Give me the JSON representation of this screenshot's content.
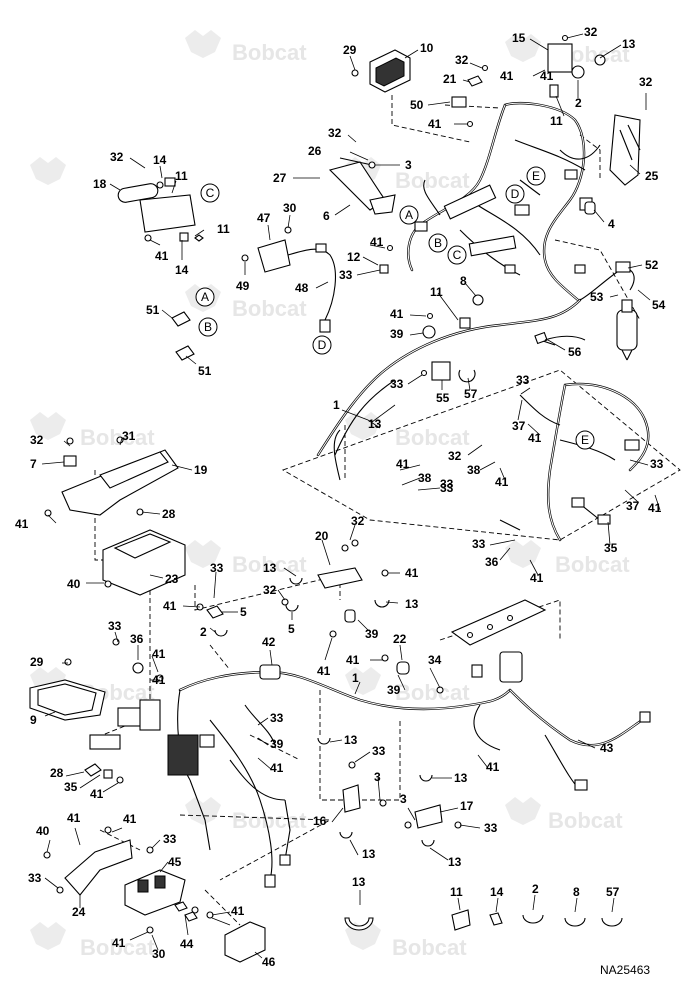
{
  "watermark": {
    "brand": "Bobcat"
  },
  "doc_id": "NA25463",
  "callouts": [
    {
      "id": "c32a",
      "t": "32"
    },
    {
      "id": "c14a",
      "t": "14"
    },
    {
      "id": "c11a",
      "t": "11"
    },
    {
      "id": "c18",
      "t": "18"
    },
    {
      "id": "c11b",
      "t": "11"
    },
    {
      "id": "c41a",
      "t": "41"
    },
    {
      "id": "c14b",
      "t": "14"
    },
    {
      "id": "c29a",
      "t": "29"
    },
    {
      "id": "c10",
      "t": "10"
    },
    {
      "id": "c32b",
      "t": "32"
    },
    {
      "id": "c21",
      "t": "21"
    },
    {
      "id": "c41b",
      "t": "41"
    },
    {
      "id": "c50",
      "t": "50"
    },
    {
      "id": "c41c",
      "t": "41"
    },
    {
      "id": "c15",
      "t": "15"
    },
    {
      "id": "c32c",
      "t": "32"
    },
    {
      "id": "c13a",
      "t": "13"
    },
    {
      "id": "c41d",
      "t": "41"
    },
    {
      "id": "c2a",
      "t": "2"
    },
    {
      "id": "c11c",
      "t": "11"
    },
    {
      "id": "c32d",
      "t": "32"
    },
    {
      "id": "c25",
      "t": "25"
    },
    {
      "id": "c4",
      "t": "4"
    },
    {
      "id": "c32e",
      "t": "32"
    },
    {
      "id": "c26",
      "t": "26"
    },
    {
      "id": "c3a",
      "t": "3"
    },
    {
      "id": "c27",
      "t": "27"
    },
    {
      "id": "c6",
      "t": "6"
    },
    {
      "id": "c47",
      "t": "47"
    },
    {
      "id": "c30a",
      "t": "30"
    },
    {
      "id": "c49",
      "t": "49"
    },
    {
      "id": "c48",
      "t": "48"
    },
    {
      "id": "c12",
      "t": "12"
    },
    {
      "id": "c41e",
      "t": "41"
    },
    {
      "id": "c33a",
      "t": "33"
    },
    {
      "id": "c52",
      "t": "52"
    },
    {
      "id": "c53",
      "t": "53"
    },
    {
      "id": "c54",
      "t": "54"
    },
    {
      "id": "c8a",
      "t": "8"
    },
    {
      "id": "c11d",
      "t": "11"
    },
    {
      "id": "c41f",
      "t": "41"
    },
    {
      "id": "c39a",
      "t": "39"
    },
    {
      "id": "c56",
      "t": "56"
    },
    {
      "id": "c33b",
      "t": "33"
    },
    {
      "id": "c55",
      "t": "55"
    },
    {
      "id": "c57a",
      "t": "57"
    },
    {
      "id": "c51a",
      "t": "51"
    },
    {
      "id": "c51b",
      "t": "51"
    },
    {
      "id": "c1a",
      "t": "1"
    },
    {
      "id": "c13b",
      "t": "13"
    },
    {
      "id": "c33c",
      "t": "33"
    },
    {
      "id": "c37a",
      "t": "37"
    },
    {
      "id": "c41g",
      "t": "41"
    },
    {
      "id": "c32f",
      "t": "32"
    },
    {
      "id": "c38a",
      "t": "38"
    },
    {
      "id": "c41h",
      "t": "41"
    },
    {
      "id": "c33d",
      "t": "33"
    },
    {
      "id": "c41i",
      "t": "41"
    },
    {
      "id": "c38b",
      "t": "38"
    },
    {
      "id": "c33e",
      "t": "33"
    },
    {
      "id": "c37b",
      "t": "37"
    },
    {
      "id": "c41j",
      "t": "41"
    },
    {
      "id": "c35a",
      "t": "35"
    },
    {
      "id": "c33f",
      "t": "33"
    },
    {
      "id": "c36a",
      "t": "36"
    },
    {
      "id": "c41k",
      "t": "41"
    },
    {
      "id": "c32g",
      "t": "32"
    },
    {
      "id": "c31",
      "t": "31"
    },
    {
      "id": "c7",
      "t": "7"
    },
    {
      "id": "c19",
      "t": "19"
    },
    {
      "id": "c41l",
      "t": "41"
    },
    {
      "id": "c28a",
      "t": "28"
    },
    {
      "id": "c40a",
      "t": "40"
    },
    {
      "id": "c23",
      "t": "23"
    },
    {
      "id": "c20",
      "t": "20"
    },
    {
      "id": "c32h",
      "t": "32"
    },
    {
      "id": "c13c",
      "t": "13"
    },
    {
      "id": "c41m",
      "t": "41"
    },
    {
      "id": "c32i",
      "t": "32"
    },
    {
      "id": "c13d",
      "t": "13"
    },
    {
      "id": "c5a",
      "t": "5"
    },
    {
      "id": "c5b",
      "t": "5"
    },
    {
      "id": "c33g",
      "t": "33"
    },
    {
      "id": "c41n",
      "t": "41"
    },
    {
      "id": "c2b",
      "t": "2"
    },
    {
      "id": "c39b",
      "t": "39"
    },
    {
      "id": "c42",
      "t": "42"
    },
    {
      "id": "c41o",
      "t": "41"
    },
    {
      "id": "c33h",
      "t": "33"
    },
    {
      "id": "c36b",
      "t": "36"
    },
    {
      "id": "c41p",
      "t": "41"
    },
    {
      "id": "c29b",
      "t": "29"
    },
    {
      "id": "c9",
      "t": "9"
    },
    {
      "id": "c22",
      "t": "22"
    },
    {
      "id": "c41q",
      "t": "41"
    },
    {
      "id": "c34",
      "t": "34"
    },
    {
      "id": "c1b",
      "t": "1"
    },
    {
      "id": "c39c",
      "t": "39"
    },
    {
      "id": "c33i",
      "t": "33"
    },
    {
      "id": "c39d",
      "t": "39"
    },
    {
      "id": "c41r",
      "t": "41"
    },
    {
      "id": "c13e",
      "t": "13"
    },
    {
      "id": "c33j",
      "t": "33"
    },
    {
      "id": "c3b",
      "t": "3"
    },
    {
      "id": "c16",
      "t": "16"
    },
    {
      "id": "c13f",
      "t": "13"
    },
    {
      "id": "c13g",
      "t": "13"
    },
    {
      "id": "c41s",
      "t": "41"
    },
    {
      "id": "c43",
      "t": "43"
    },
    {
      "id": "c3c",
      "t": "3"
    },
    {
      "id": "c17",
      "t": "17"
    },
    {
      "id": "c33k",
      "t": "33"
    },
    {
      "id": "c13h",
      "t": "13"
    },
    {
      "id": "c28b",
      "t": "28"
    },
    {
      "id": "c35b",
      "t": "35"
    },
    {
      "id": "c41t",
      "t": "41"
    },
    {
      "id": "c40b",
      "t": "40"
    },
    {
      "id": "c41u",
      "t": "41"
    },
    {
      "id": "c41v",
      "t": "41"
    },
    {
      "id": "c33l",
      "t": "33"
    },
    {
      "id": "c33m",
      "t": "33"
    },
    {
      "id": "c24",
      "t": "24"
    },
    {
      "id": "c45",
      "t": "45"
    },
    {
      "id": "c41w",
      "t": "41"
    },
    {
      "id": "c41x",
      "t": "41"
    },
    {
      "id": "c44",
      "t": "44"
    },
    {
      "id": "c30b",
      "t": "30"
    },
    {
      "id": "c46",
      "t": "46"
    },
    {
      "id": "c13i",
      "t": "13"
    },
    {
      "id": "c11e",
      "t": "11"
    },
    {
      "id": "c14c",
      "t": "14"
    },
    {
      "id": "c2c",
      "t": "2"
    },
    {
      "id": "c8b",
      "t": "8"
    },
    {
      "id": "c57b",
      "t": "57"
    }
  ],
  "refs": [
    {
      "id": "rC1",
      "t": "C"
    },
    {
      "id": "rA1",
      "t": "A"
    },
    {
      "id": "rB1",
      "t": "B"
    },
    {
      "id": "rC2",
      "t": "C"
    },
    {
      "id": "rD1",
      "t": "D"
    },
    {
      "id": "rE1",
      "t": "E"
    },
    {
      "id": "rD2",
      "t": "D"
    },
    {
      "id": "rA2",
      "t": "A"
    },
    {
      "id": "rB2",
      "t": "B"
    },
    {
      "id": "rE2",
      "t": "E"
    }
  ]
}
